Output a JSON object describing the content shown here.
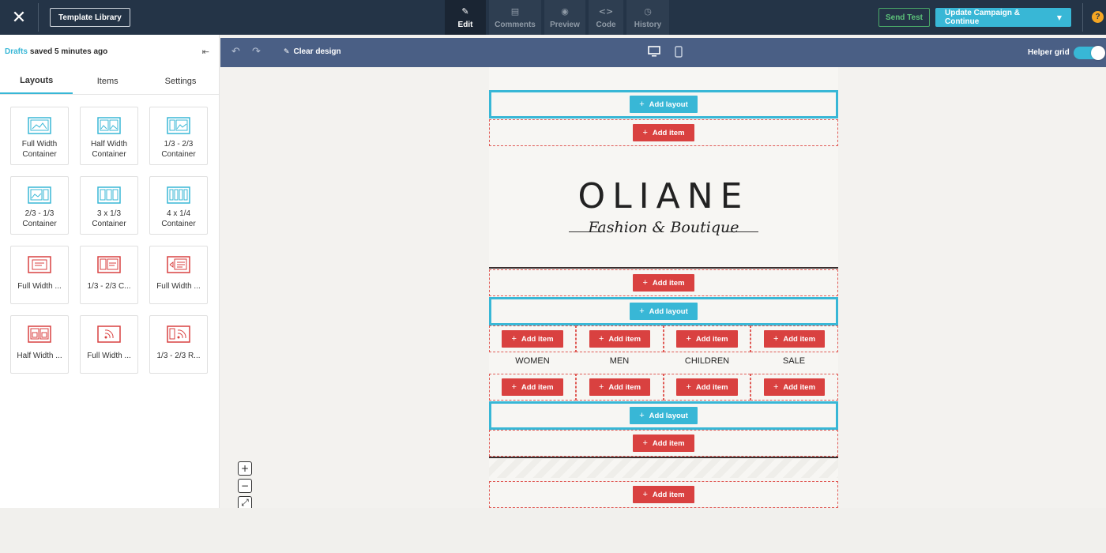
{
  "topbar": {
    "close_icon": "close-icon",
    "template_library": "Template Library",
    "modes": [
      {
        "label": "Edit",
        "icon": "pencil-icon"
      },
      {
        "label": "Comments",
        "icon": "comment-icon"
      },
      {
        "label": "Preview",
        "icon": "eye-icon"
      },
      {
        "label": "Code",
        "icon": "code-icon"
      },
      {
        "label": "History",
        "icon": "history-icon"
      }
    ],
    "send_test": "Send Test",
    "update": "Update Campaign & Continue",
    "help": "?",
    "accent": "#38b7d6",
    "bar_color": "#243447"
  },
  "sidebar": {
    "drafts_link": "Drafts",
    "saved_text": "saved 5 minutes ago",
    "tabs": [
      "Layouts",
      "Items",
      "Settings"
    ],
    "cards": [
      {
        "label": "Full Width Container"
      },
      {
        "label": "Half Width Container"
      },
      {
        "label": "1/3 - 2/3 Container"
      },
      {
        "label": "2/3 - 1/3 Container"
      },
      {
        "label": "3 x 1/3 Container"
      },
      {
        "label": "4 x 1/4 Container"
      },
      {
        "label": "Full Width ..."
      },
      {
        "label": "1/3 - 2/3 C..."
      },
      {
        "label": "Full Width ..."
      },
      {
        "label": "Half Width ..."
      },
      {
        "label": "Full Width ..."
      },
      {
        "label": "1/3 - 2/3 R..."
      }
    ]
  },
  "toolbar": {
    "clear_design": "Clear design",
    "helper_grid": "Helper grid",
    "helper_grid_on": true
  },
  "canvas": {
    "add_layout": "Add layout",
    "add_item": "Add item",
    "logo_title": "OLIANE",
    "logo_subtitle": "Fashion & Boutique",
    "nav": [
      "WOMEN",
      "MEN",
      "CHILDREN",
      "SALE"
    ],
    "zoom_in": "+",
    "zoom_out": "−",
    "fit": "⤢"
  },
  "colors": {
    "item_red": "#d94140",
    "layout_blue": "#38b7d6"
  }
}
